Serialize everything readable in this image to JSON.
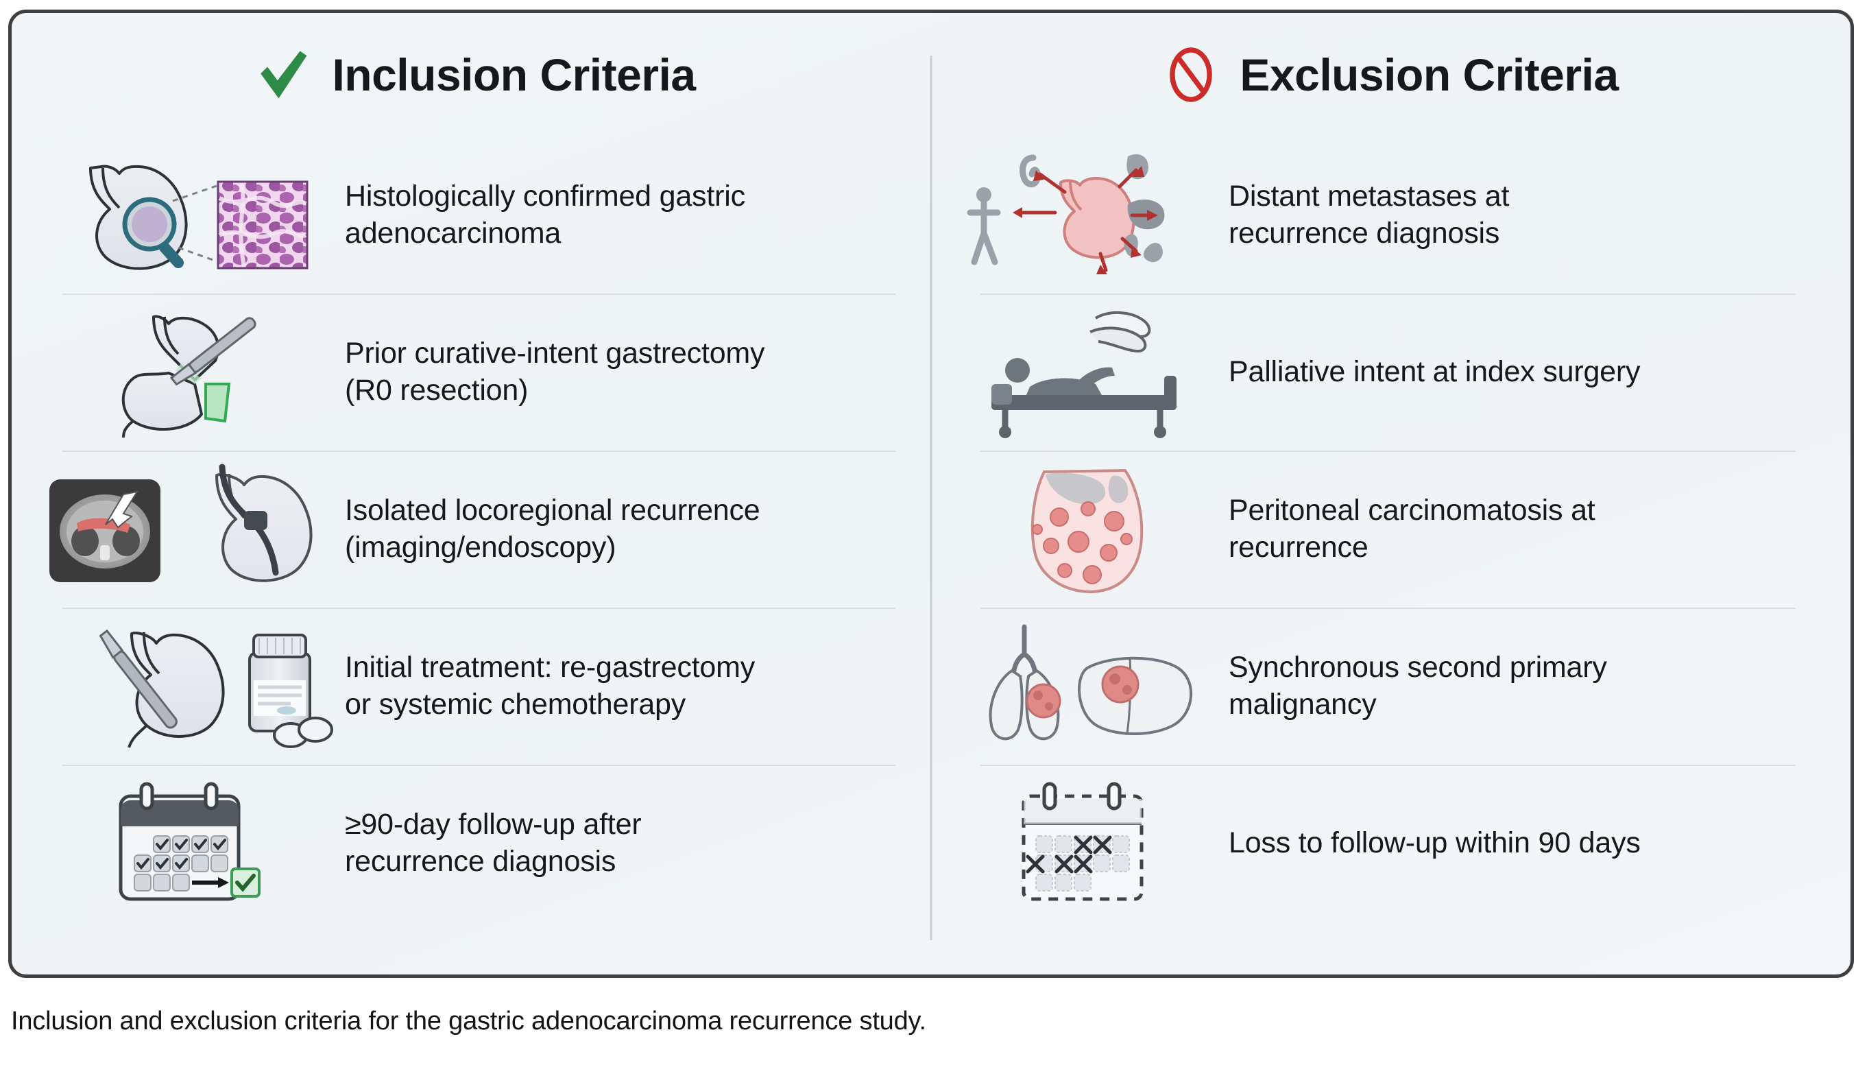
{
  "columns": {
    "inclusion": {
      "title": "Inclusion Criteria",
      "icon": "green-check-icon",
      "accent": "#2e8b46",
      "items": [
        {
          "icon": "stomach-biopsy-histology-icon",
          "text": "Histologically confirmed gastric\nadenocarcinoma"
        },
        {
          "icon": "stomach-scalpel-resection-icon",
          "text": "Prior curative-intent gastrectomy\n(R0 resection)"
        },
        {
          "icon": "ct-scan-endoscopy-icon",
          "text": "Isolated locoregional recurrence\n(imaging/endoscopy)"
        },
        {
          "icon": "scalpel-pill-bottle-icon",
          "text": "Initial treatment: re-gastrectomy\nor systemic chemotherapy"
        },
        {
          "icon": "calendar-check-icon",
          "text": "≥90-day follow-up after\nrecurrence diagnosis"
        }
      ]
    },
    "exclusion": {
      "title": "Exclusion Criteria",
      "icon": "red-prohibition-icon",
      "accent": "#cc2b28",
      "items": [
        {
          "icon": "metastatic-spread-organs-icon",
          "text": "Distant metastases at\nrecurrence diagnosis"
        },
        {
          "icon": "palliative-bed-care-icon",
          "text": "Palliative intent at index surgery"
        },
        {
          "icon": "peritoneal-carcinomatosis-icon",
          "text": "Peritoneal carcinomatosis at\nrecurrence"
        },
        {
          "icon": "lung-liver-tumor-icon",
          "text": "Synchronous second primary\nmalignancy"
        },
        {
          "icon": "calendar-missed-icon",
          "text": "Loss to follow-up within 90 days"
        }
      ]
    }
  },
  "caption": "Inclusion and exclusion criteria for the gastric adenocarcinoma recurrence study.",
  "colors": {
    "panel_border": "#3f3f3f",
    "panel_background": "#f1f5f8",
    "divider": "#c6ced4",
    "row_rule": "#d7dde2",
    "text": "#16181a",
    "organ_fill": "#e4e7ec",
    "organ_stroke": "#2b3338",
    "histology_purple": "#a764ab",
    "tumor_red": "#e08a88",
    "green_accent": "#2e8b46",
    "red_accent": "#cc2b28"
  }
}
